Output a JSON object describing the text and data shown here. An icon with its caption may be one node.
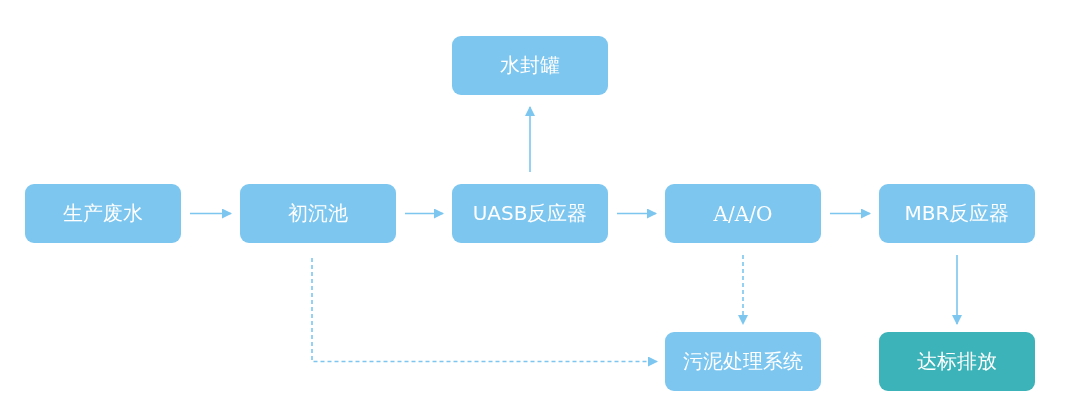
{
  "diagram": {
    "nodes": [
      {
        "text": [
          "生产废水"
        ]
      },
      {
        "text": [
          "初沉池"
        ]
      },
      {
        "text": [
          "UASB反应器"
        ]
      },
      {
        "text": [
          "水封罐"
        ]
      },
      {
        "text": [
          "A/A/O"
        ]
      },
      {
        "text": [
          "MBR反应器"
        ]
      },
      {
        "text": [
          "污泥处理系统"
        ]
      },
      {
        "text": [
          "达标排放"
        ]
      }
    ],
    "edges": [
      {
        "from": 0,
        "to": 1,
        "arrow": "to"
      },
      {
        "from": 1,
        "to": 2,
        "arrow": "to"
      },
      {
        "from": 2,
        "to": 4,
        "arrow": "to"
      },
      {
        "from": 4,
        "to": 5,
        "arrow": "to"
      },
      {
        "from": 2,
        "to": 3,
        "arrow": "to"
      },
      {
        "from": 4,
        "to": 6,
        "arrow": "to",
        "style": "dashed"
      },
      {
        "from": 1,
        "to": 6,
        "arrow": "to",
        "style": "dashed"
      },
      {
        "from": 5,
        "to": 7,
        "arrow": "to"
      }
    ]
  }
}
